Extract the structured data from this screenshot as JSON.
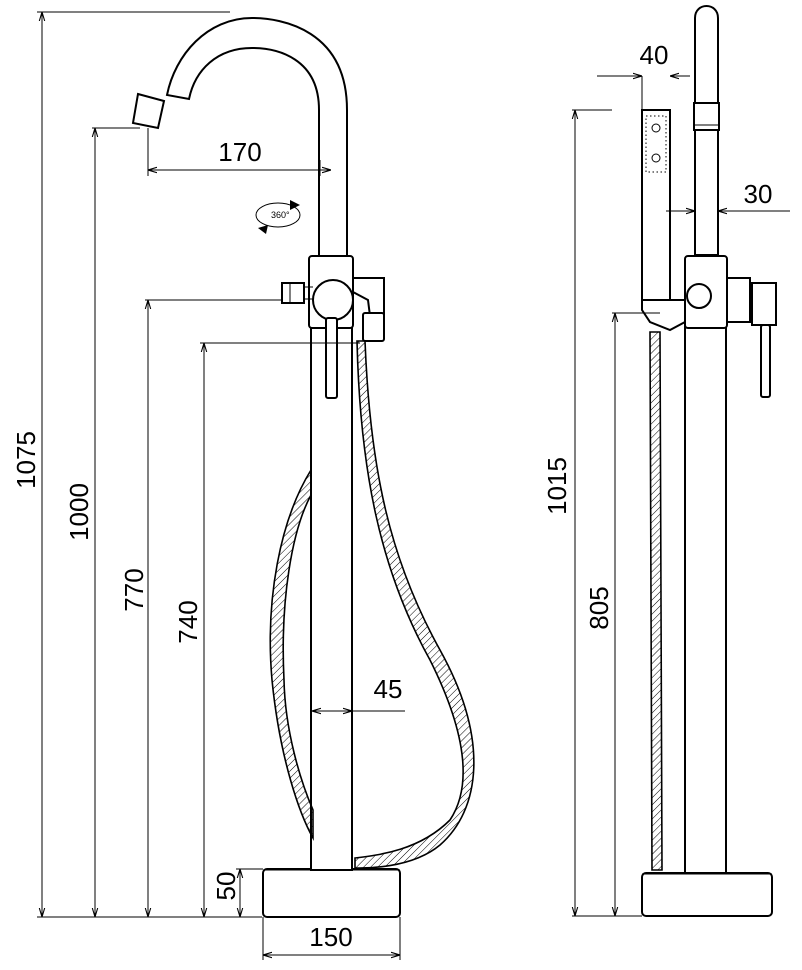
{
  "dimensions": {
    "front": {
      "total_height": "1075",
      "spout_height": "1000",
      "handle_height": "770",
      "hose_outlet_height": "740",
      "spout_reach": "170",
      "body_diameter": "45",
      "base_height": "50",
      "base_diameter": "150",
      "rotation": "360°"
    },
    "side": {
      "handshower_width": "40",
      "spout_diameter": "30",
      "holder_height": "1015",
      "connection_height": "805"
    }
  },
  "icons": {
    "rotation": "rotate-360-icon",
    "arrow": "dimension-arrow-icon"
  },
  "colors": {
    "line": "#000000",
    "background": "#ffffff"
  }
}
